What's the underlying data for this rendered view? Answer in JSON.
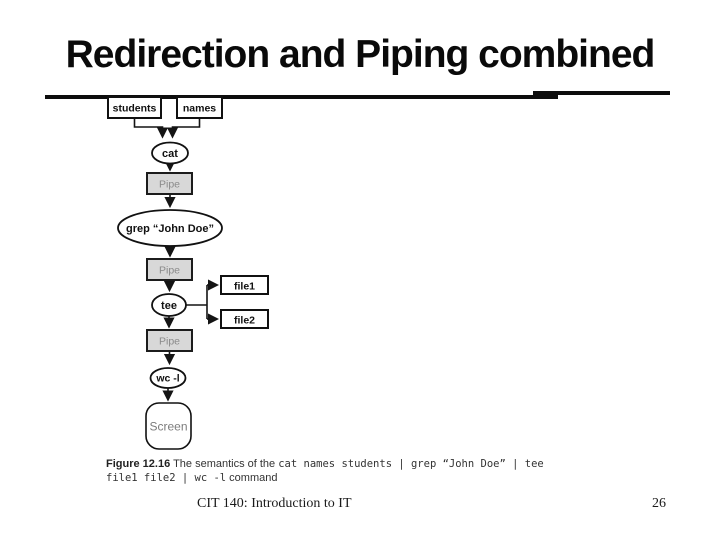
{
  "slide": {
    "title": "Redirection and Piping combined",
    "footer_text": "CIT 140: Introduction to IT",
    "page_number": "26"
  },
  "diagram": {
    "input_files": {
      "students": "students",
      "names": "names"
    },
    "nodes": {
      "cat": "cat",
      "pipe": "Pipe",
      "grep": "grep “John Doe”",
      "tee": "tee",
      "file1": "file1",
      "file2": "file2",
      "wc": "wc -l",
      "screen": "Screen"
    },
    "caption": {
      "figure": "Figure 12.16",
      "lead": "The semantics of the",
      "command": "cat names students | grep “John Doe” | tee file1 file2 | wc -l",
      "tail": "command"
    }
  }
}
